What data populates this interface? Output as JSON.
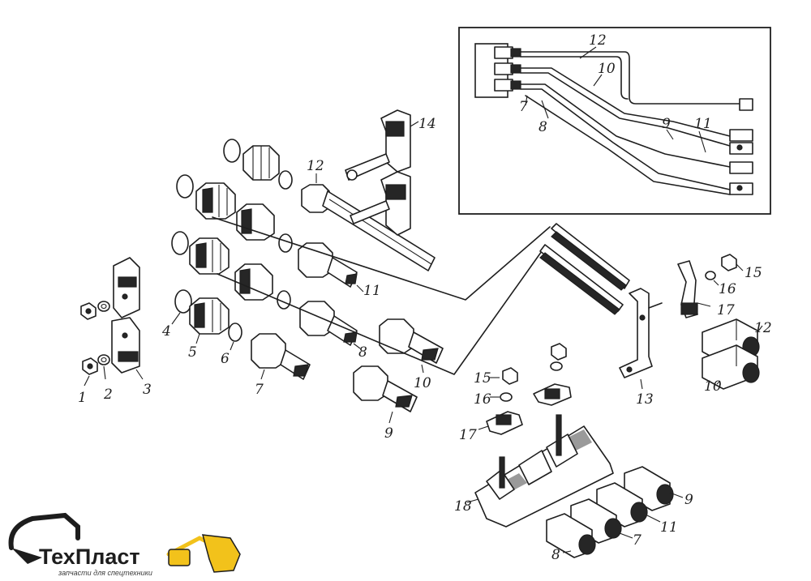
{
  "diagram": {
    "callouts": {
      "n1": "1",
      "n2": "2",
      "n3": "3",
      "n4": "4",
      "n5": "5",
      "n6": "6",
      "n7a": "7",
      "n8a": "8",
      "n9a": "9",
      "n10a": "10",
      "n11a": "11",
      "n12a": "12",
      "n13": "13",
      "n14": "14",
      "n15a": "15",
      "n16a": "16",
      "n17a": "17",
      "n15b": "15",
      "n16b": "16",
      "n17b": "17",
      "n12b": "12",
      "n10b": "10",
      "n18": "18",
      "n9b": "9",
      "n11b": "11",
      "n7b": "7",
      "n8b": "8",
      "inset_n12": "12",
      "inset_n10": "10",
      "inset_n7": "7",
      "inset_n8": "8",
      "inset_n9": "9",
      "inset_n11": "11"
    }
  },
  "logo": {
    "name": "ТехПласт",
    "tagline": "запчасти для спецтехники",
    "accent_color": "#f2c21b"
  }
}
